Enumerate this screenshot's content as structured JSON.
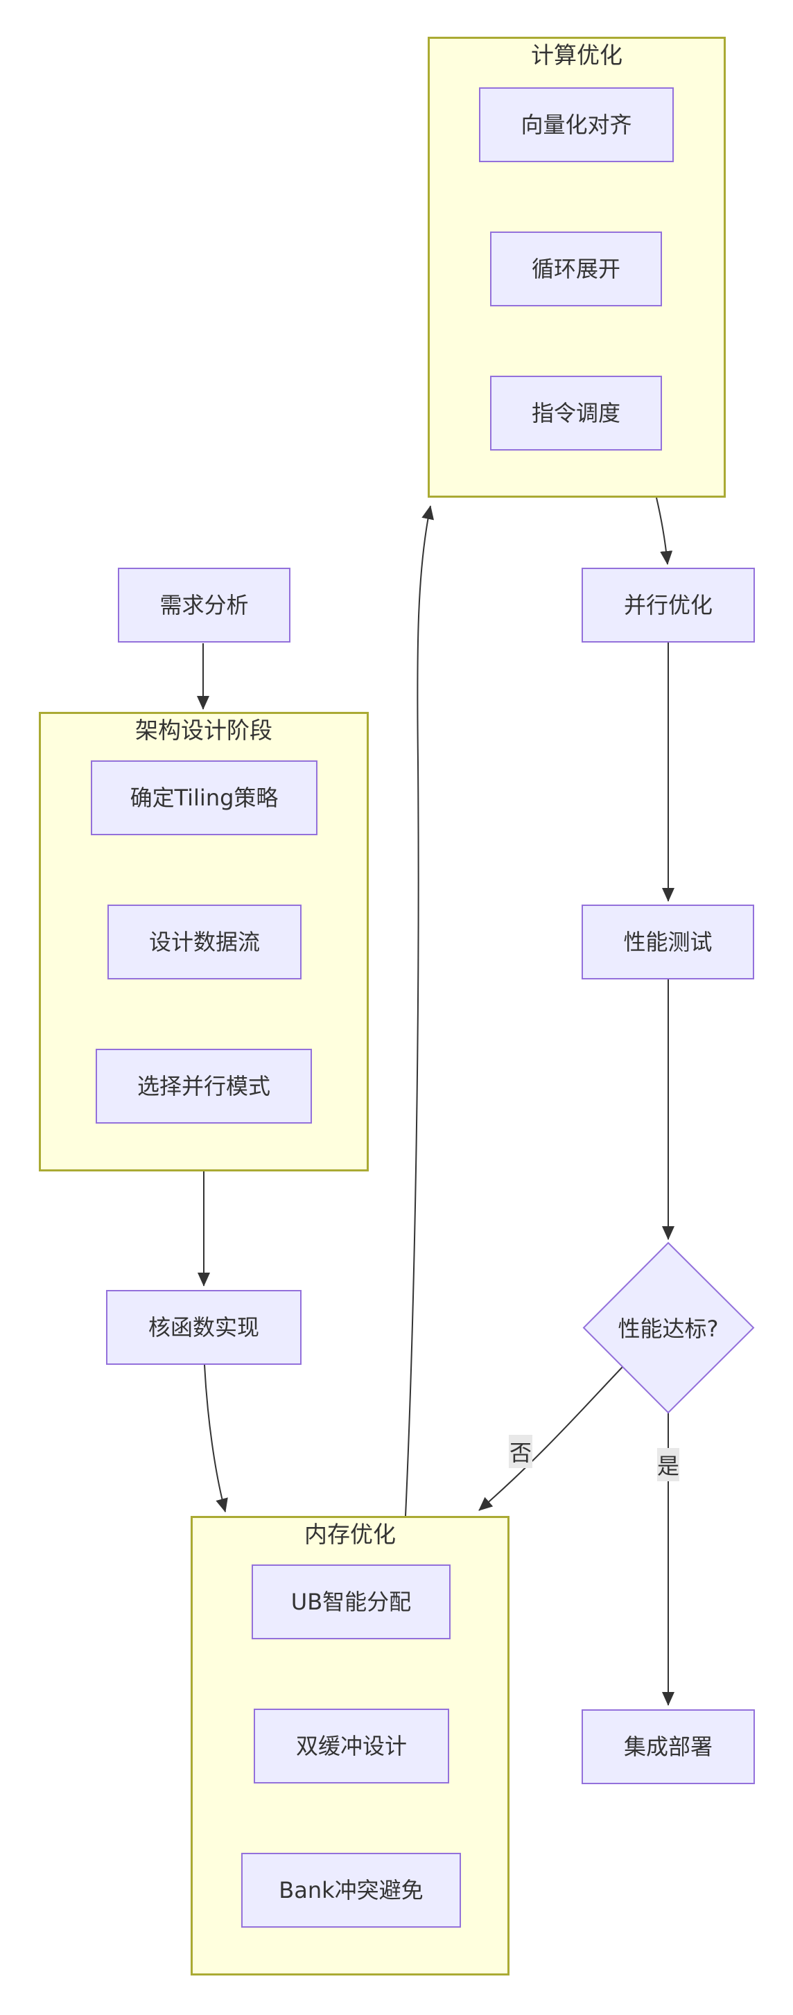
{
  "diagram_type": "flowchart",
  "colors": {
    "node_fill": "#ECECFF",
    "node_border": "#9370DB",
    "cluster_fill": "#ffffde",
    "cluster_border": "#aaaa33",
    "edge_stroke": "#333333",
    "text": "#333333",
    "edge_label_bg": "#e8e8e8",
    "background": "#ffffff"
  },
  "clusters": {
    "compute": {
      "title": "计算优化"
    },
    "architecture": {
      "title": "架构设计阶段"
    },
    "memory": {
      "title": "内存优化"
    }
  },
  "nodes": {
    "requirements": "需求分析",
    "vector_align": "向量化对齐",
    "loop_unroll": "循环展开",
    "inst_sched": "指令调度",
    "tiling": "确定Tiling策略",
    "dataflow": "设计数据流",
    "parallel_mode": "选择并行模式",
    "kernel_impl": "核函数实现",
    "parallel_opt": "并行优化",
    "perf_test": "性能测试",
    "perf_check": "性能达标?",
    "ub_alloc": "UB智能分配",
    "double_buffer": "双缓冲设计",
    "bank_conflict": "Bank冲突避免",
    "deploy": "集成部署"
  },
  "edge_labels": {
    "no": "否",
    "yes": "是"
  },
  "edges": [
    {
      "from": "requirements",
      "to": "architecture"
    },
    {
      "from": "architecture",
      "to": "kernel_impl"
    },
    {
      "from": "kernel_impl",
      "to": "memory"
    },
    {
      "from": "memory",
      "to": "compute"
    },
    {
      "from": "compute",
      "to": "parallel_opt"
    },
    {
      "from": "parallel_opt",
      "to": "perf_test"
    },
    {
      "from": "perf_test",
      "to": "perf_check"
    },
    {
      "from": "perf_check",
      "to": "memory",
      "label": "否"
    },
    {
      "from": "perf_check",
      "to": "deploy",
      "label": "是"
    }
  ]
}
